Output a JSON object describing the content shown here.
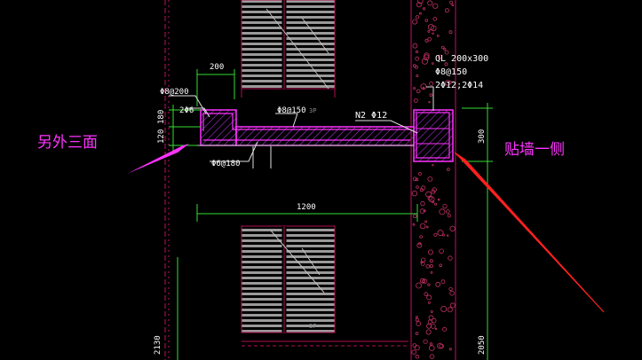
{
  "colors": {
    "background": "#000000",
    "stair_hatch": "#c8c8c8",
    "stair_outline": "#b01050",
    "wall_line": "#c01060",
    "dim_line": "#33dd33",
    "text": "#ffffff",
    "rebar": "#ff33ff",
    "beam_hatch": "#cc33ff",
    "concrete_dots": "#c03060",
    "annotation": "#ff33ff",
    "arrow_red": "#ff2020"
  },
  "drawing": {
    "labels": {
      "dim_200": "200",
      "rebar_8_200": "Φ8@200",
      "rebar_2_6": "2Φ6",
      "dim_180": "180",
      "dim_120": "120",
      "rebar_8_150_mid": "Φ8@150",
      "mark_3p_top": "3P",
      "rebar_n2": "N2 Φ12",
      "rebar_6_180": "Φ6@180",
      "dim_1200": "1200",
      "ql_title": "QL 200x300",
      "ql_stirrup": "Φ8@150",
      "ql_bars": "2Φ12;2Φ14",
      "dim_300": "300",
      "mark_3p_bottom": "3P",
      "dim_2130": "2130",
      "dim_2050": "2050"
    },
    "annotations": {
      "left": "另外三面",
      "right": "贴墙一侧"
    }
  }
}
